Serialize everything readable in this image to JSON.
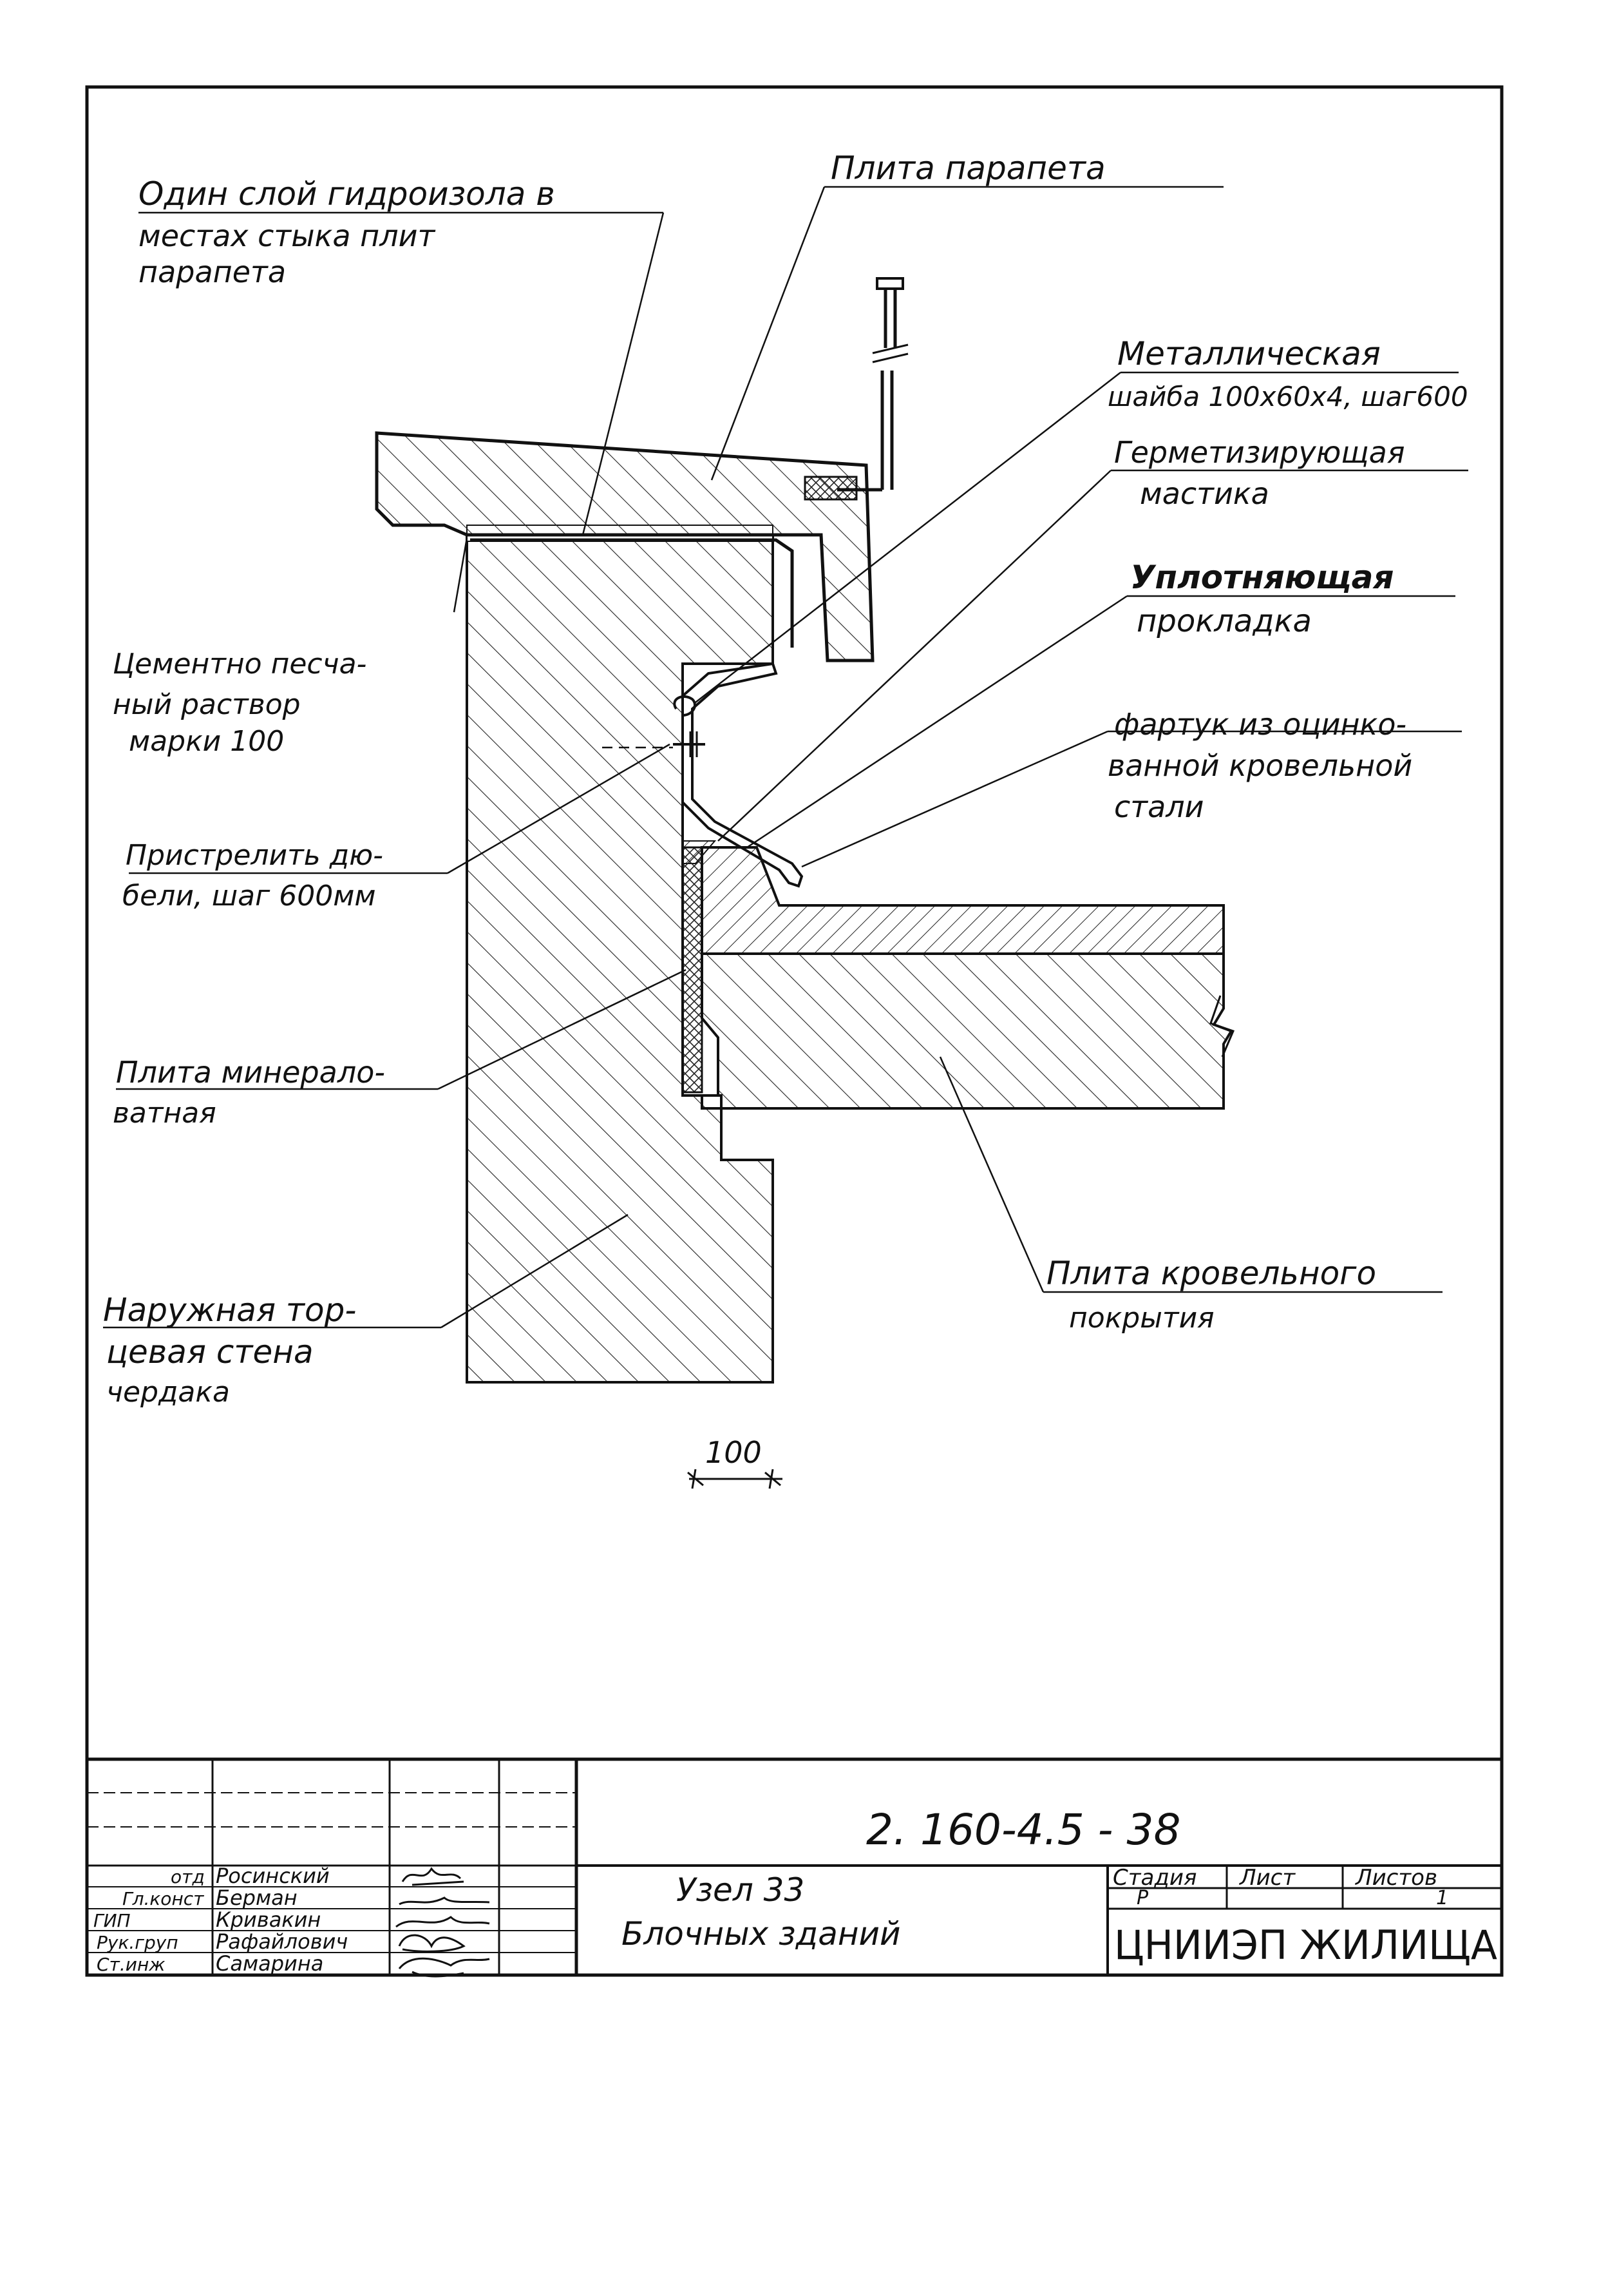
{
  "labels": {
    "hydro_l1": "Один слой гидроизола в",
    "hydro_l2": "местах стыка плит",
    "hydro_l3": "парапета",
    "parapet_slab": "Плита парапета",
    "washer_l1": "Металлическая",
    "washer_l2": "шайба 100х60х4, шаг600",
    "mastic_l1": "Герметизирующая",
    "mastic_l2": "мастика",
    "gasket_l1": "Уплотняющая",
    "gasket_l2": "прокладка",
    "mortar_l1": "Цементно песча-",
    "mortar_l2": "ный раствор",
    "mortar_l3": "марки 100",
    "apron_l1": "фартук из оцинко-",
    "apron_l2": "ванной кровельной",
    "apron_l3": "стали",
    "dowel_l1": "Пристрелить дю-",
    "dowel_l2": "бели, шаг 600мм",
    "mineral_l1": "Плита минерало-",
    "mineral_l2": "ватная",
    "roof_slab_l1": "Плита кровельного",
    "roof_slab_l2": "покрытия",
    "wall_l1": "Наружная тор-",
    "wall_l2": "цевая стена",
    "wall_l3": "чердака",
    "dimension": "100"
  },
  "title_block": {
    "doc_code": "2. 160-4.5 - 38",
    "title_l1": "Узел 33",
    "title_l2": "Блочных зданий",
    "stage_header": "Стадия",
    "sheet_header": "Лист",
    "sheets_header": "Листов",
    "stage_value": "Р",
    "sheet_value": "",
    "sheets_value": "1",
    "organization": "ЦНИИЭП ЖИЛИЩА",
    "roles": [
      "отд",
      "Гл.конст",
      "ГИП",
      "Рук.груп",
      "Ст.инж"
    ],
    "names": [
      "Росинский",
      "Берман",
      "Кривакин",
      "Рафайлович",
      "Самарина"
    ]
  }
}
